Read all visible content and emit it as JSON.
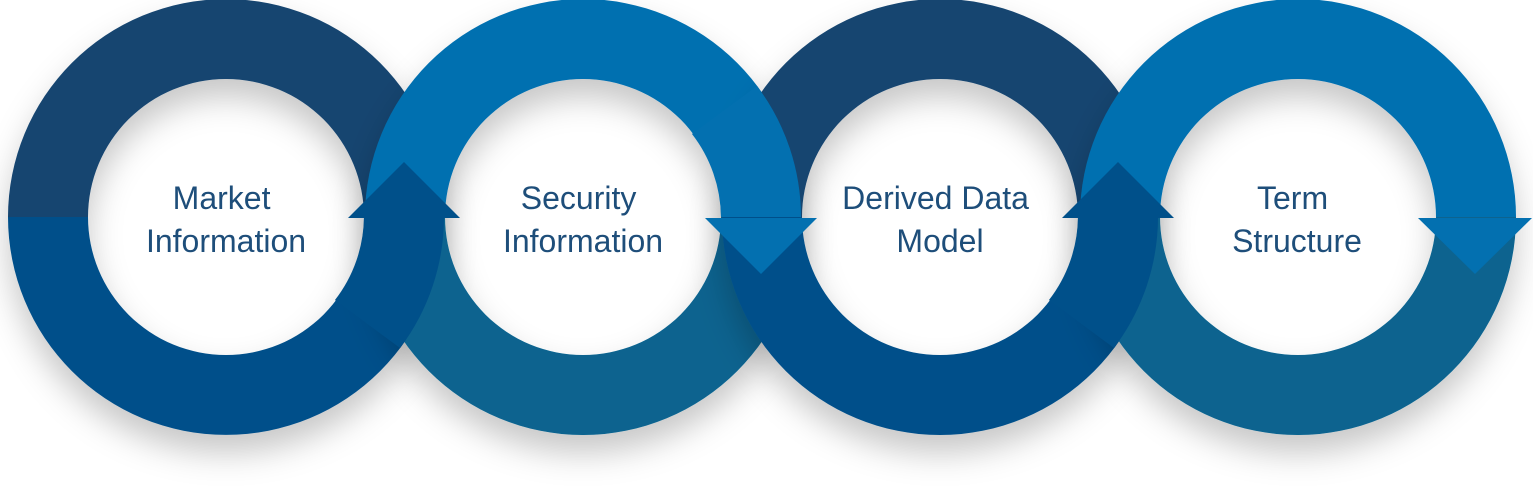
{
  "colors": {
    "navy": "#144470",
    "deep_blue": "#00508a",
    "bright_blue": "#0370b0",
    "teal_blue": "#07638f",
    "label_text": "#1e4e7a"
  },
  "steps": [
    {
      "line1": "Market",
      "line2": "Information"
    },
    {
      "line1": "Security",
      "line2": "Information"
    },
    {
      "line1": "Derived Data",
      "line2": "Model"
    },
    {
      "line1": "Term",
      "line2": "Structure"
    }
  ]
}
